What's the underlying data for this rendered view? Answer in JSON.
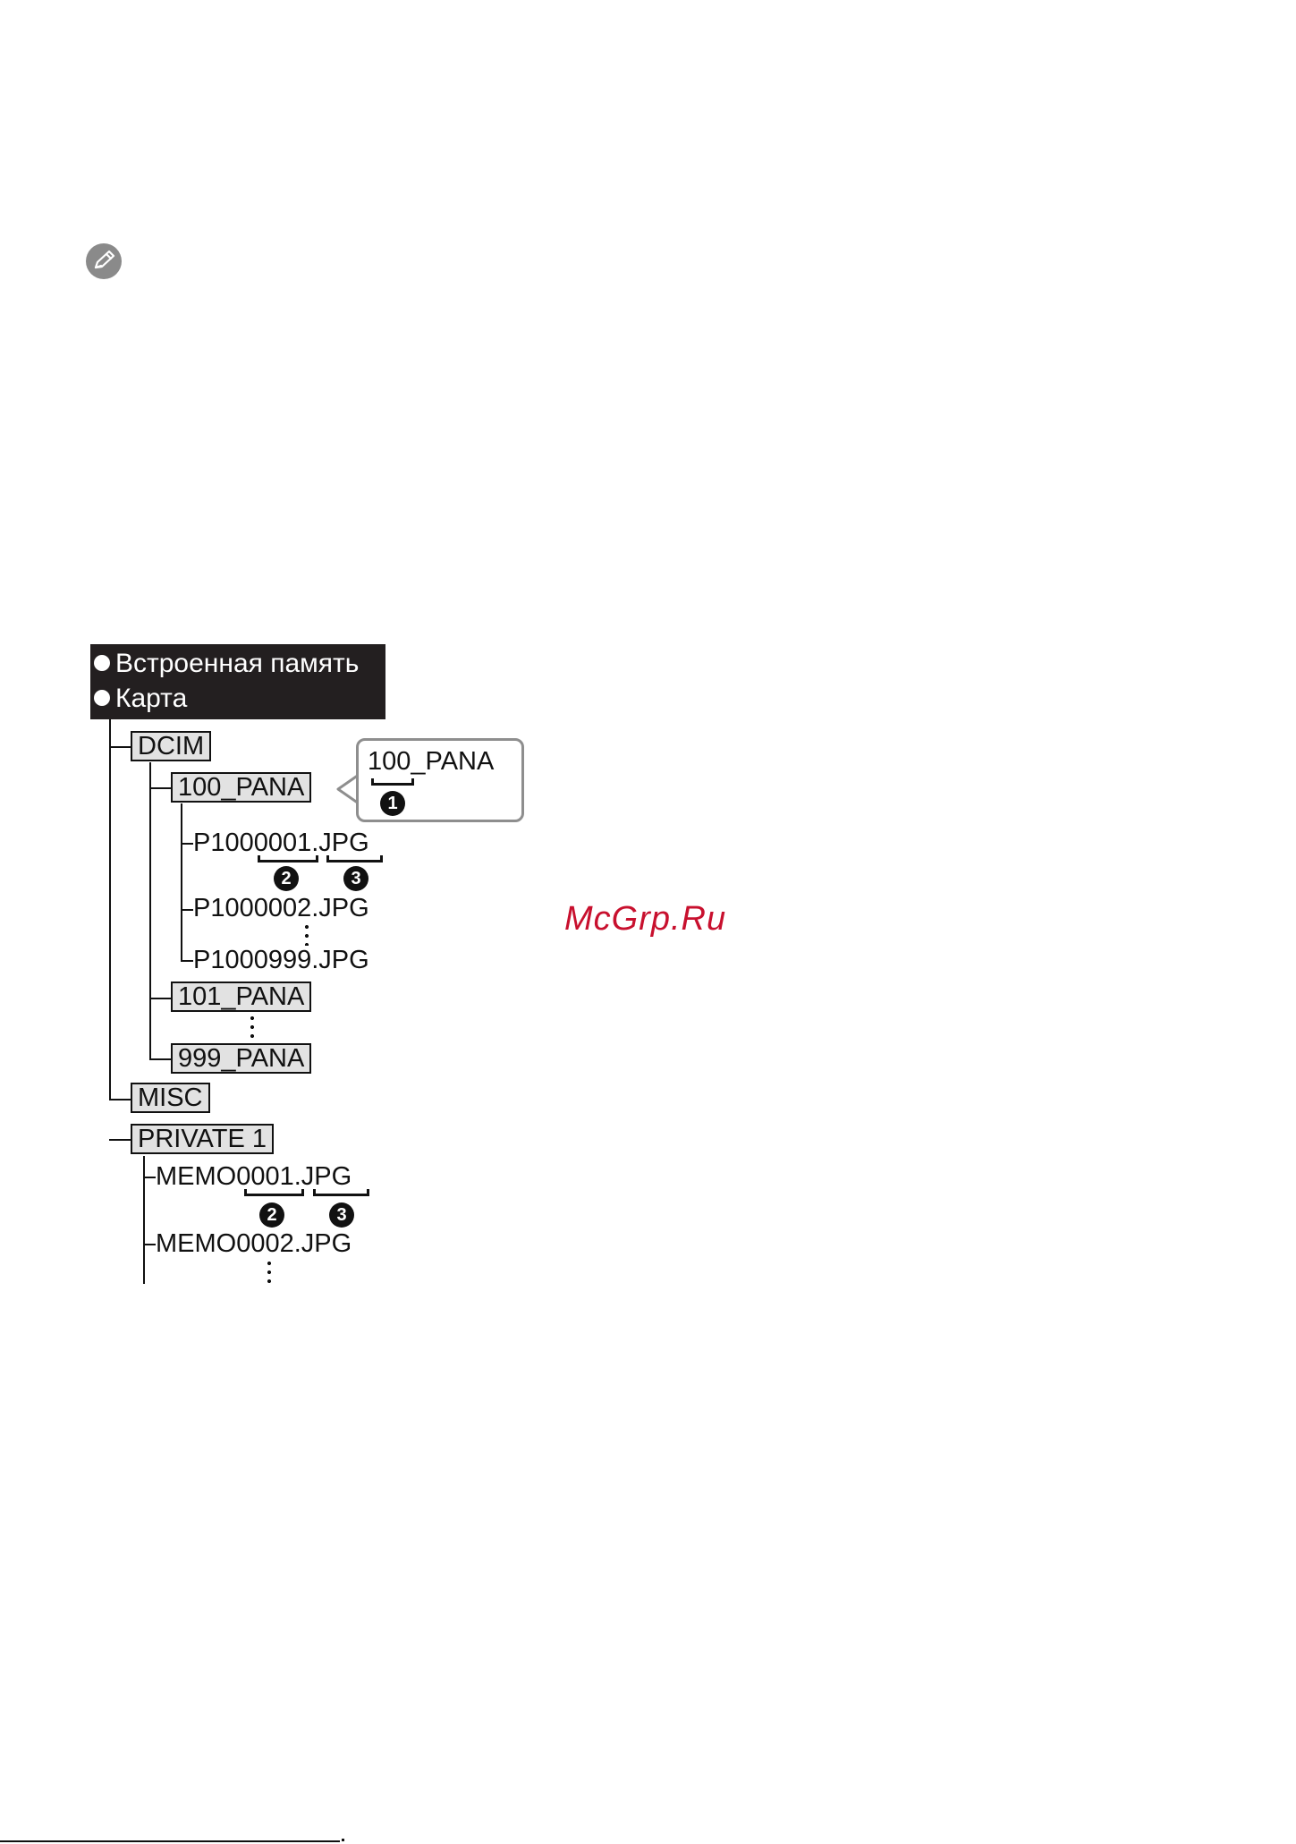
{
  "header": {
    "line1": "Встроенная память",
    "line2": "Карта"
  },
  "tree": {
    "dcim": "DCIM",
    "folder_100": "100_PANA",
    "file_1": "P1000001.JPG",
    "file_2": "P1000002.JPG",
    "file_999": "P1000999.JPG",
    "folder_101": "101_PANA",
    "folder_999": "999_PANA",
    "misc": "MISC",
    "private": "PRIVATE 1",
    "memo_1": "MEMO0001.JPG",
    "memo_2": "MEMO0002.JPG"
  },
  "callout": {
    "text": "100_PANA",
    "marker": "1"
  },
  "markers": {
    "two": "2",
    "three": "3"
  },
  "watermark": "McGrp.Ru",
  "icons": {
    "note": "pencil-note-icon"
  }
}
